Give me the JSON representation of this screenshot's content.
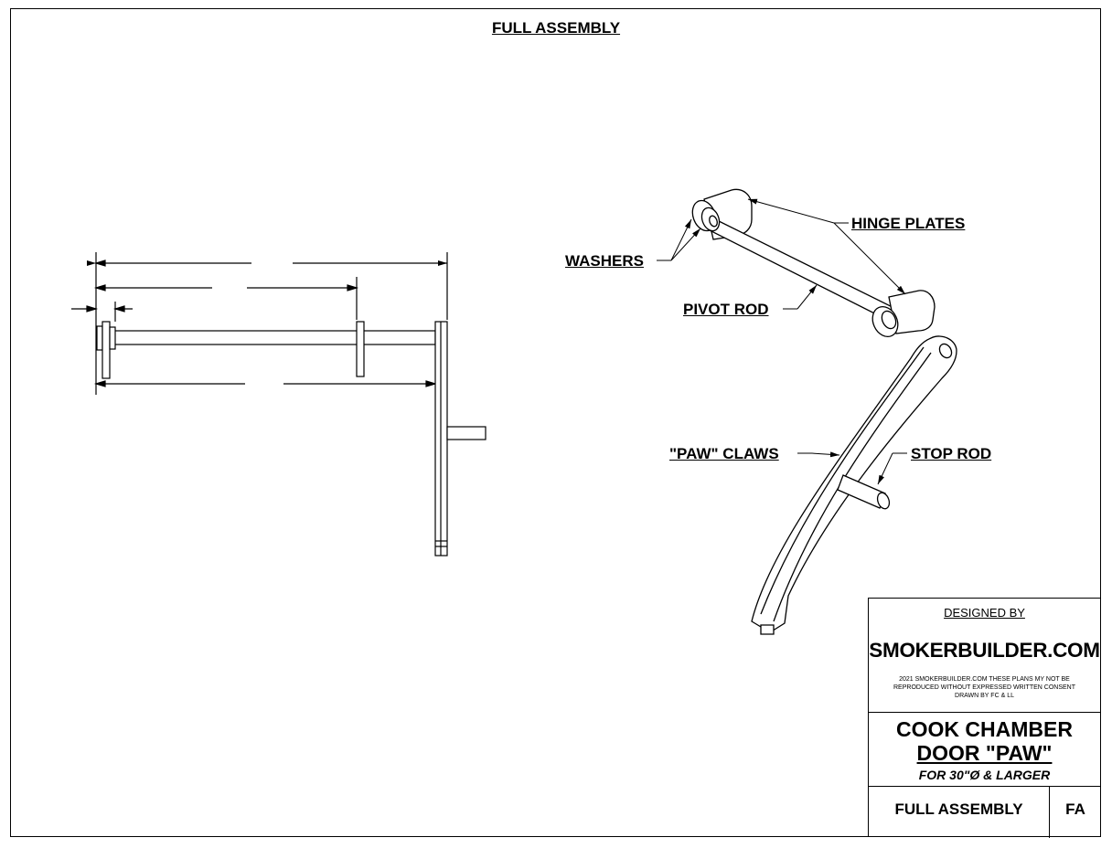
{
  "sheet": {
    "title": "FULL ASSEMBLY"
  },
  "callouts": {
    "hinge_plates": "HINGE PLATES",
    "washers": "WASHERS",
    "pivot_rod": "PIVOT ROD",
    "paw_claws": "\"PAW\" CLAWS",
    "stop_rod": "STOP ROD"
  },
  "title_block": {
    "designed_by": "DESIGNED BY",
    "company": "SMOKERBUILDER.COM",
    "note_line1": "2021 SMOKERBUILDER.COM THESE PLANS MY NOT BE",
    "note_line2": "REPRODUCED WITHOUT EXPRESSED WRITTEN CONSENT",
    "note_line3": "DRAWN BY FC & LL",
    "part_name_line1": "COOK CHAMBER",
    "part_name_line2": "DOOR \"PAW\"",
    "part_sub": "FOR 30\"Ø & LARGER",
    "sheet_name": "FULL ASSEMBLY",
    "sheet_number": "FA"
  }
}
